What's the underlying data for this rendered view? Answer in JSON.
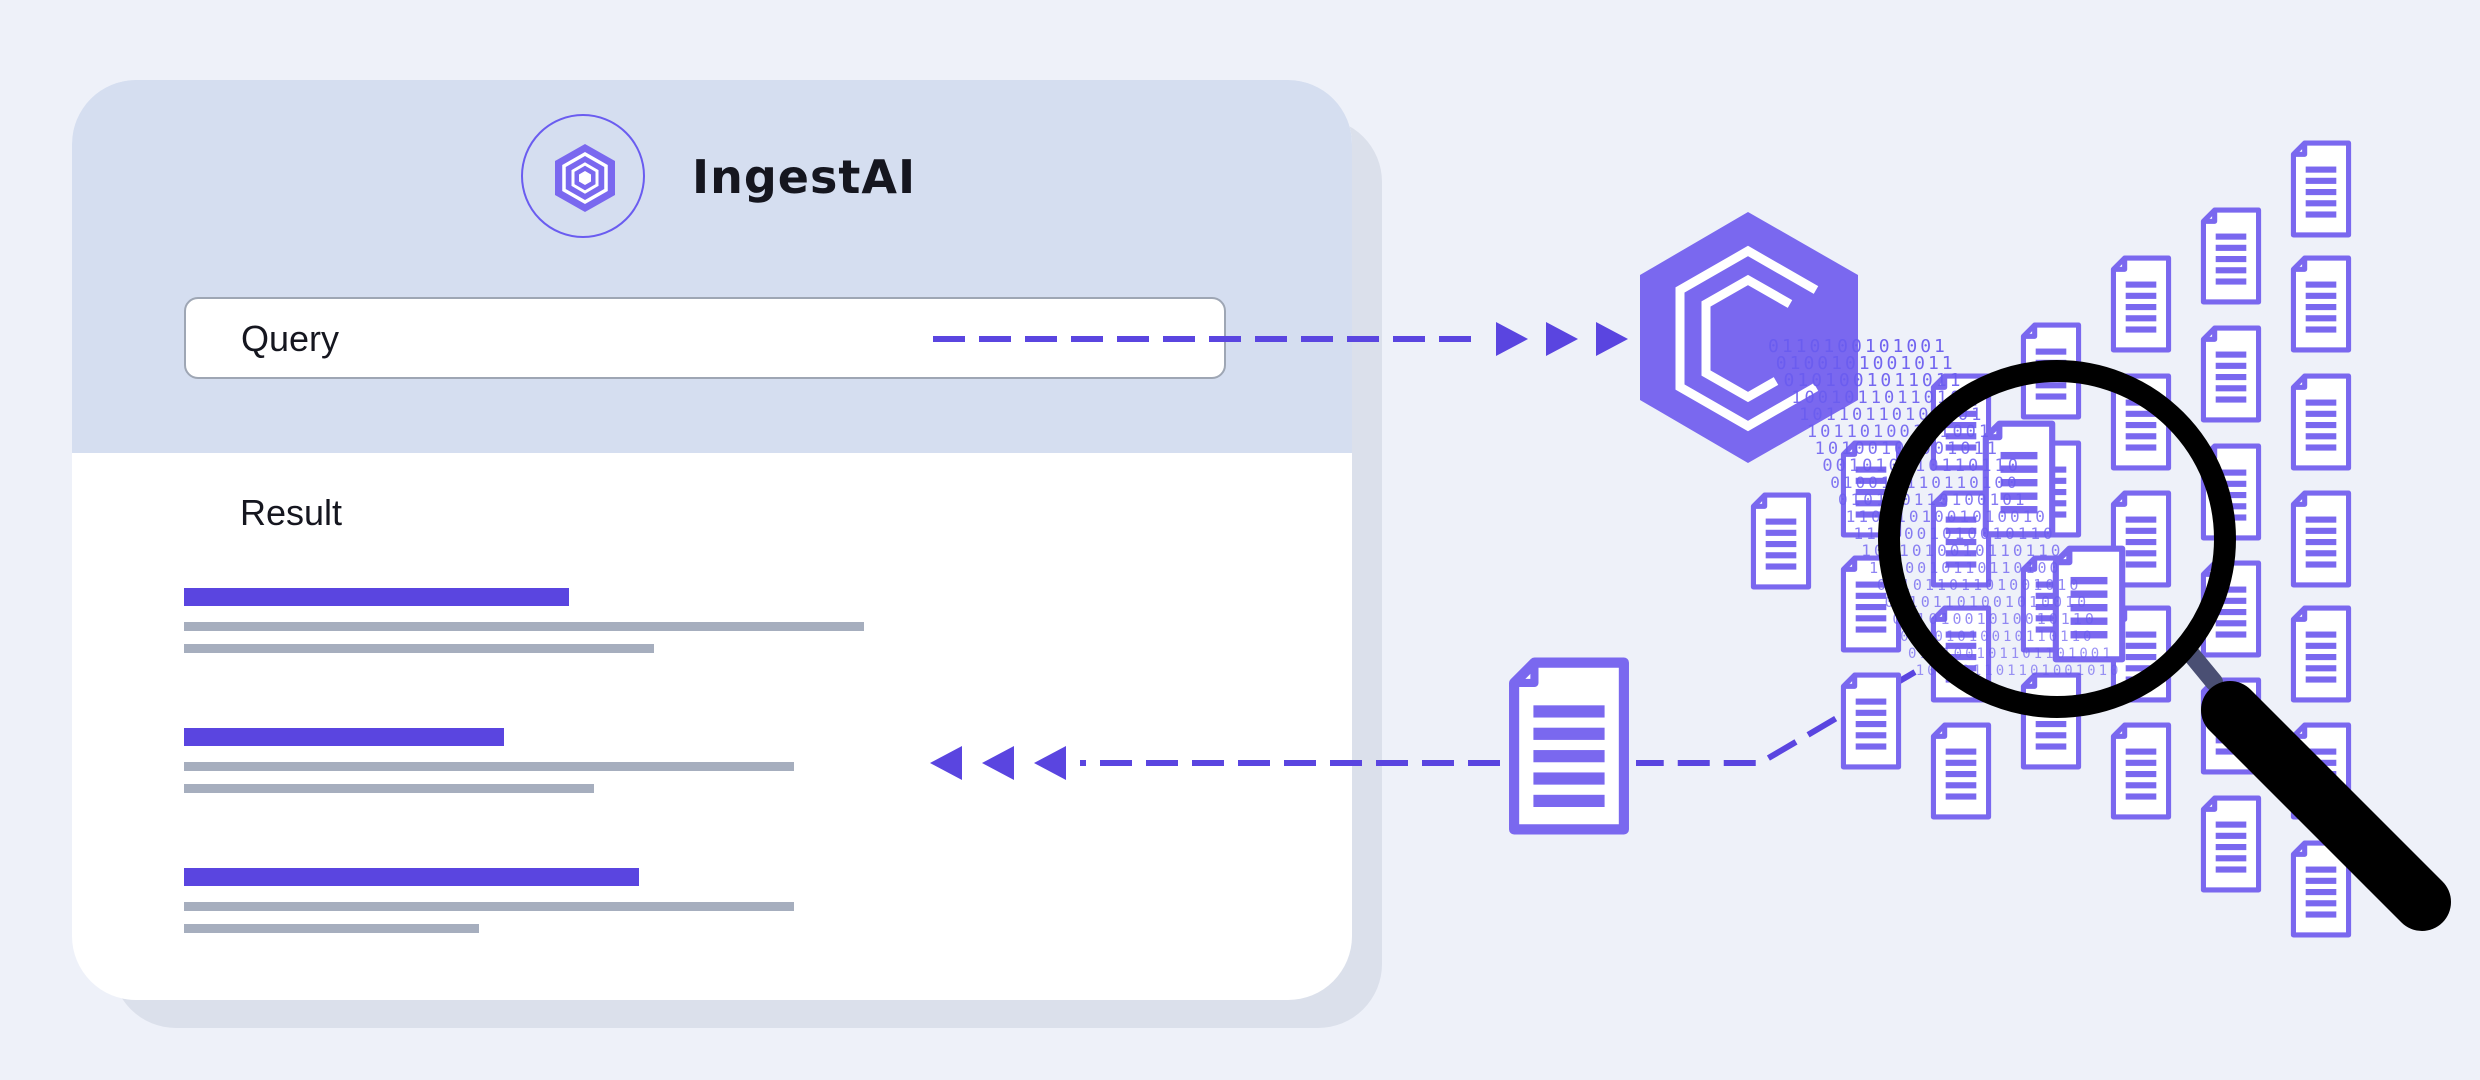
{
  "brand": {
    "name": "IngestAI"
  },
  "query": {
    "label": "Query"
  },
  "result": {
    "label": "Result",
    "items": [
      {
        "title_fill": 0.385,
        "lines": [
          0.68,
          0.47
        ]
      },
      {
        "title_fill": 0.32,
        "lines": [
          0.61,
          0.41
        ]
      },
      {
        "title_fill": 0.455,
        "lines": [
          0.61,
          0.295
        ]
      }
    ]
  },
  "colors": {
    "accent": "#5a45e0",
    "purple_light": "#7a68ef",
    "background": "#eef1f9",
    "panel_top": "#d5def0",
    "line_gray": "#a6aebe",
    "lens": "#000000"
  },
  "binary_text": "0110100101001011",
  "icons": [
    "ingestai-logo-icon",
    "c-hexagon-icon",
    "document-icon",
    "magnifier-icon"
  ]
}
